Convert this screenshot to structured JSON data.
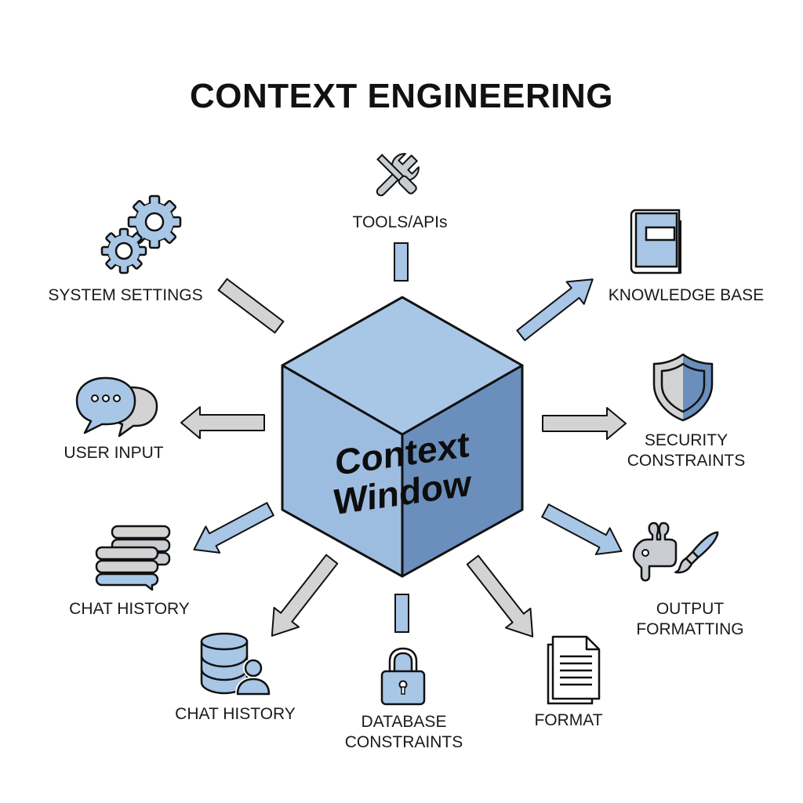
{
  "title": "CONTEXT ENGINEERING",
  "center": {
    "line1": "Context",
    "line2": "Window",
    "icon": "cube-icon"
  },
  "colors": {
    "blue_light": "#a8c6e6",
    "blue_mid": "#9dbde0",
    "blue_dark": "#6a8fbd",
    "gray": "#d3d3d3",
    "outline": "#111111"
  },
  "nodes": {
    "tools": {
      "label": "TOOLS/APIs",
      "icon": "wrench-screwdriver-icon",
      "arrow": "connector-blue"
    },
    "system_settings": {
      "label": "SYSTEM SETTINGS",
      "icon": "gears-icon",
      "arrow": "connector-gray"
    },
    "knowledge_base": {
      "label": "KNOWLEDGE BASE",
      "icon": "book-icon",
      "arrow": "arrow-blue-outward"
    },
    "user_input": {
      "label": "USER INPUT",
      "icon": "chat-bubbles-icon",
      "arrow": "arrow-gray-outward"
    },
    "security": {
      "label_line1": "SECURITY",
      "label_line2": "CONSTRAINTS",
      "icon": "shield-icon",
      "arrow": "arrow-gray-outward"
    },
    "chat_history_left": {
      "label": "CHAT HISTORY",
      "icon": "message-stack-icon",
      "arrow": "arrow-blue-outward"
    },
    "output_formatting": {
      "label_line1": "OUTPUT",
      "label_line2": "FORMATTING",
      "icon": "paint-palette-brush-icon",
      "arrow": "arrow-blue-outward"
    },
    "chat_history_bottom": {
      "label": "CHAT HISTORY",
      "icon": "database-user-icon",
      "arrow": "arrow-gray-outward"
    },
    "database_constraints": {
      "label_line1": "DATABASE",
      "label_line2": "CONSTRAINTS",
      "icon": "padlock-icon",
      "arrow": "connector-blue"
    },
    "format": {
      "label": "FORMAT",
      "icon": "document-icon",
      "arrow": "arrow-gray-outward"
    }
  }
}
